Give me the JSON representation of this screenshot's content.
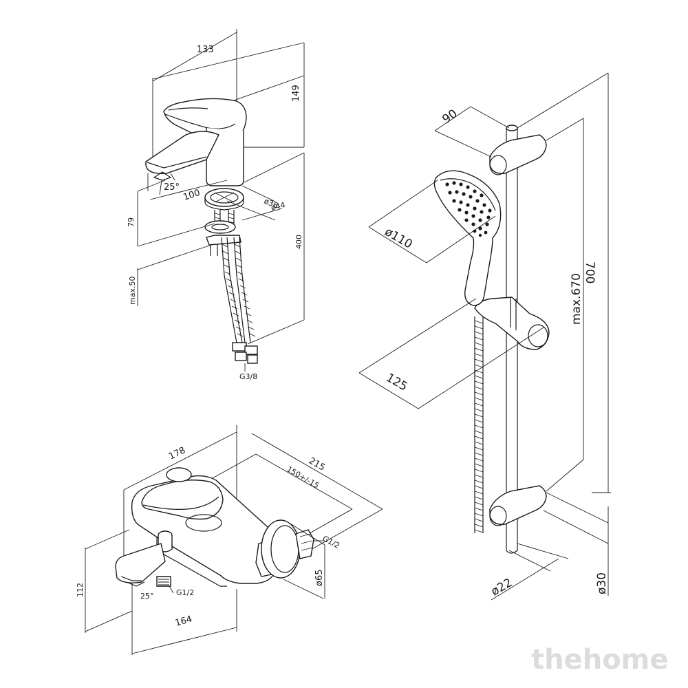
{
  "basin_mixer": {
    "width": "133",
    "height": "149",
    "angle": "25°",
    "reach": "100",
    "hole_diameter": "ø38",
    "base_diameter": "ø44",
    "height_body": "79",
    "max_thickness": "max.50",
    "hose_length": "400",
    "connection": "G3/8"
  },
  "shower_set": {
    "holder_offset": "90",
    "head_diameter": "ø110",
    "slider_reach": "125",
    "rail_max": "max.670",
    "rail_total": "700",
    "rail_diameter": "ø22",
    "bracket_diameter": "ø30"
  },
  "bath_mixer": {
    "depth": "178",
    "total_depth": "215",
    "centres": "150+/-15",
    "outlet_connection": "G1/2",
    "spout_connection": "G1/2",
    "flange_diameter": "ø65",
    "height": "112",
    "angle": "25°",
    "spout_length": "164"
  },
  "watermark": "thehome"
}
